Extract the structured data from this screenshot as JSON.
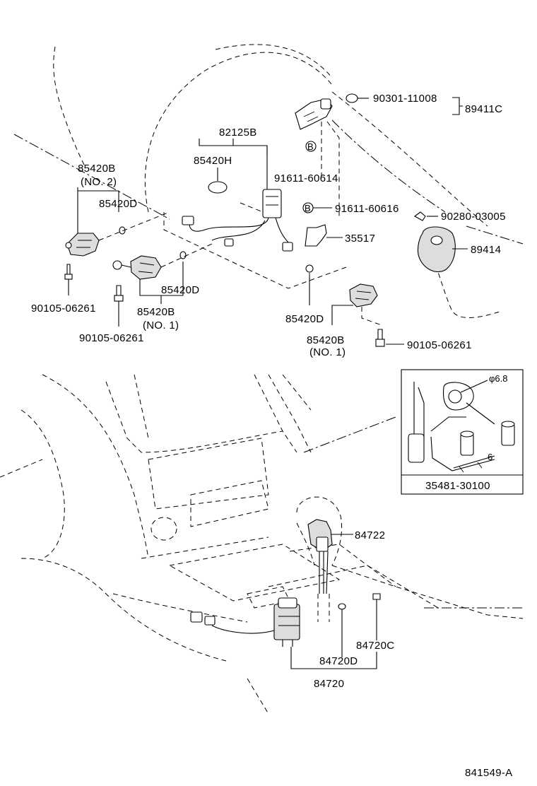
{
  "labels": {
    "p90301": "90301-11008",
    "p89411c": "89411C",
    "p82125b": "82125B",
    "p85420h": "85420H",
    "p91611_60614": "91611-60614",
    "p85420b_no2": "85420B",
    "no2": "(NO. 2)",
    "p85420d_left": "85420D",
    "p91611_60616": "91611-60616",
    "p90280": "90280-03005",
    "p35517": "35517",
    "p89414": "89414",
    "p90105_a": "90105-06261",
    "p85420d_mid": "85420D",
    "p85420b_no1_left": "85420B",
    "no1_left": "(NO. 1)",
    "p90105_b": "90105-06261",
    "p85420d_right": "85420D",
    "p85420b_no1_right": "85420B",
    "no1_right": "(NO. 1)",
    "p90105_c": "90105-06261",
    "dim_phi": "φ6.8",
    "dim_6": "6",
    "p35481": "35481-30100",
    "p84722": "84722",
    "p84720c": "84720C",
    "p84720d": "84720D",
    "p84720": "84720",
    "bolt_b1": "B",
    "bolt_b2": "B",
    "diagram_id": "841549-A"
  }
}
